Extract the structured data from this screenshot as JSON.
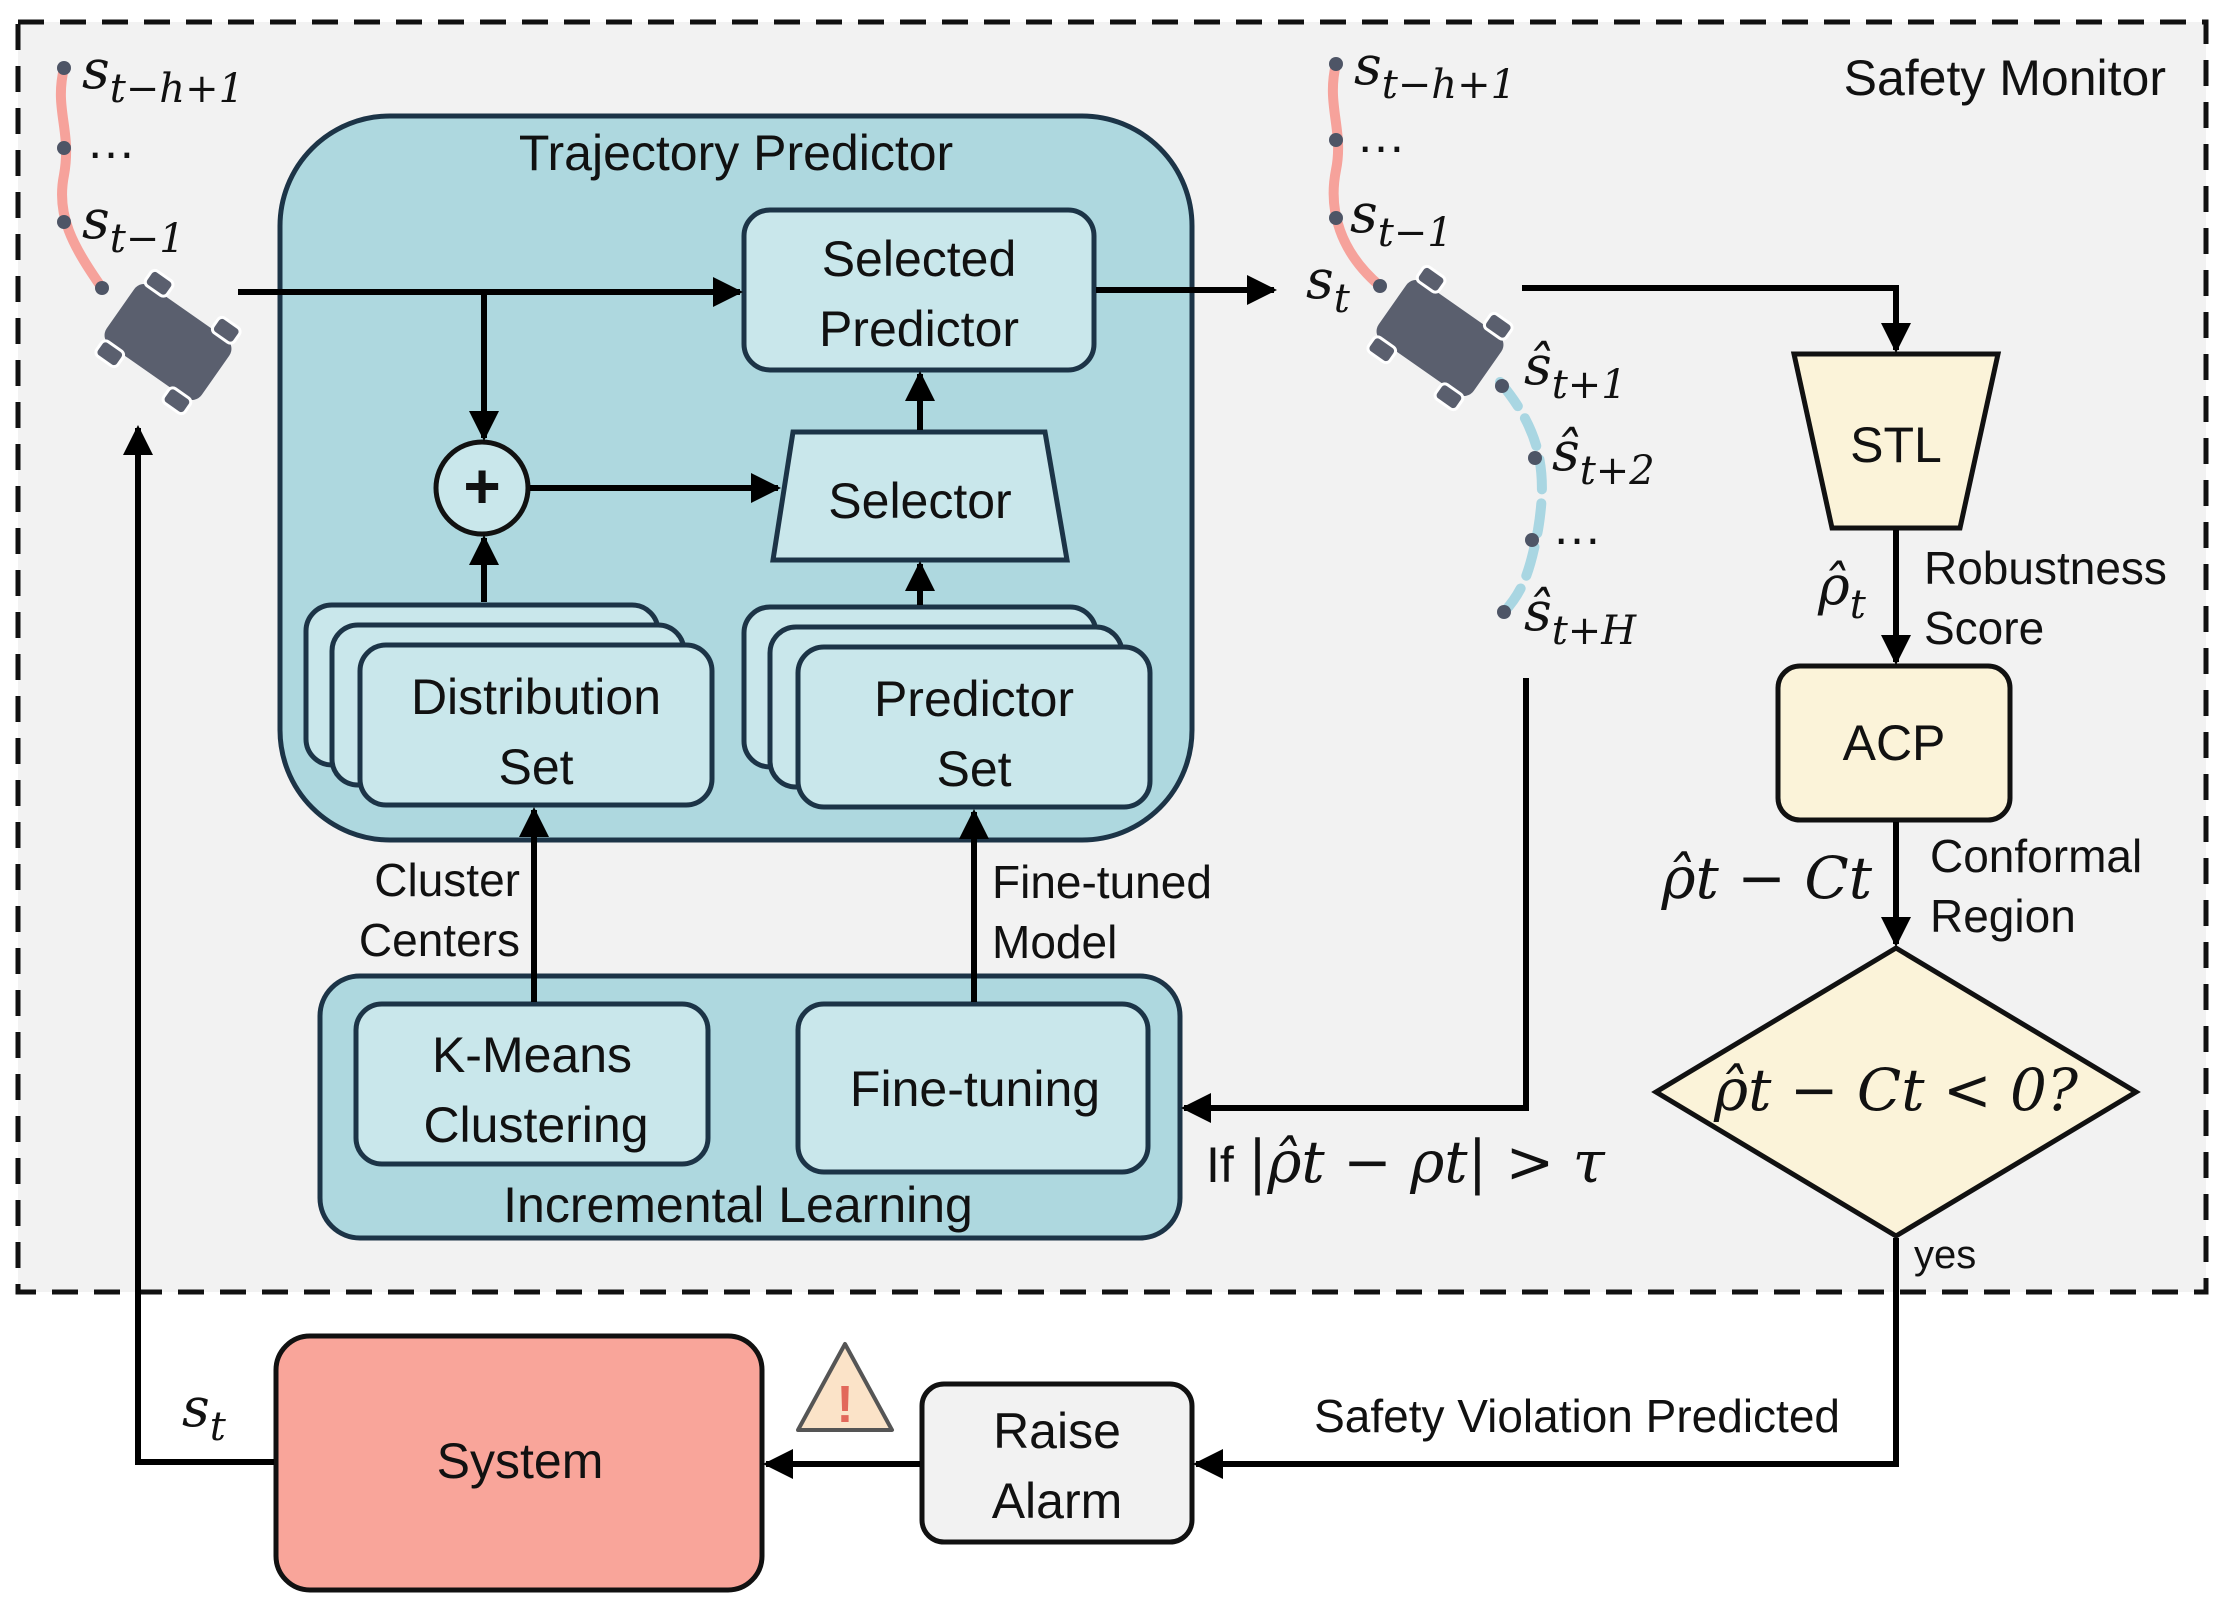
{
  "title": "Safety Monitor",
  "trajectory_predictor": {
    "title": "Trajectory Predictor",
    "selected_predictor": [
      "Selected",
      "Predictor"
    ],
    "selector": "Selector",
    "plus": "+",
    "distribution_set": [
      "Distribution",
      "Set"
    ],
    "predictor_set": [
      "Predictor",
      "Set"
    ]
  },
  "incremental_learning": {
    "title": "Incremental Learning",
    "kmeans": [
      "K-Means",
      "Clustering"
    ],
    "finetuning": "Fine-tuning"
  },
  "edge_labels": {
    "cluster_centers": [
      "Cluster",
      "Centers"
    ],
    "finetuned_model": [
      "Fine-tuned",
      "Model"
    ],
    "robustness_score": [
      "Robustness",
      "Score"
    ],
    "conformal_region": [
      "Conformal",
      "Region"
    ],
    "yes": "yes",
    "safety_violation": "Safety Violation Predicted",
    "if_prefix": "If"
  },
  "math": {
    "history_top": {
      "base": "s",
      "sub": "t−h+1"
    },
    "ellipsis": "…",
    "history_prev": {
      "base": "s",
      "sub": "t−1"
    },
    "current": {
      "base": "s",
      "sub": "t"
    },
    "pred_1": {
      "base": "ŝ",
      "sub": "t+1"
    },
    "pred_2": {
      "base": "ŝ",
      "sub": "t+2"
    },
    "pred_H": {
      "base": "ŝ",
      "sub": "t+H"
    },
    "rho_hat": {
      "base": "ρ̂",
      "sub": "t"
    },
    "rho_minus_c": "ρ̂t − Ct",
    "condition": "ρ̂t − Ct < 0?",
    "threshold": "|ρ̂t − ρt| > τ"
  },
  "stl": "STL",
  "acp": "ACP",
  "raise_alarm": [
    "Raise",
    "Alarm"
  ],
  "system": "System",
  "warning_icon": "!",
  "colors": {
    "monitor_bg": "#f2f2f2",
    "predictor_bg": "#aed8df",
    "inner_box": "#c9e7eb",
    "stl_acp": "#fbf3d9",
    "system": "#f9a59a",
    "alarm": "#f2f2f2",
    "history_path": "#f6a29b",
    "future_path": "#a9d6e2",
    "robot": "#5a5f6e",
    "warning": "#fbe3c8"
  }
}
